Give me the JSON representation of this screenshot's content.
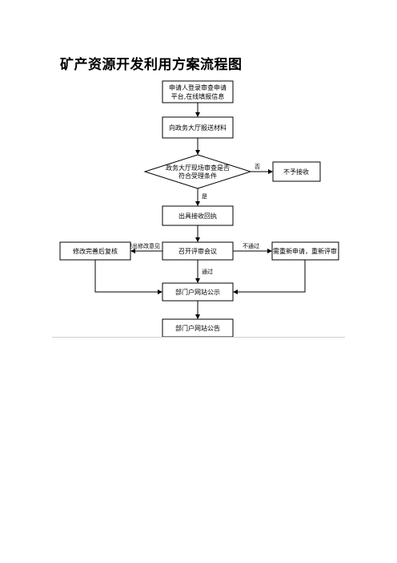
{
  "title": "矿产资源开发利用方案流程图",
  "nodes": {
    "apply_line1": "申请人登录审查申请",
    "apply_line2": "平台,在线填报信息",
    "submit": "向政务大厅报送材料",
    "check_line1": "政务大厅现场审查是否",
    "check_line2": "符合受理条件",
    "reject": "不予接收",
    "receipt": "出具接收回执",
    "meeting": "召开评审会议",
    "revise": "修改完善后复核",
    "re_review": "需重新申请，重新评审",
    "publicity": "部门户网站公示",
    "announcement": "部门户网站公告"
  },
  "edge_labels": {
    "no": "否",
    "yes": "是",
    "propose_changes": "提出修改意见",
    "not_pass": "不通过",
    "pass": "通过"
  }
}
